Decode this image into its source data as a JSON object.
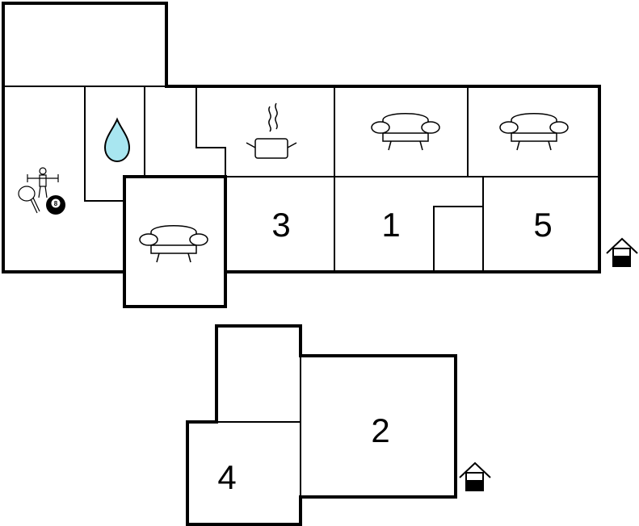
{
  "plan": {
    "main_building": {
      "room_labels": [
        {
          "id": "room-3",
          "text": "3"
        },
        {
          "id": "room-1",
          "text": "1"
        },
        {
          "id": "room-5",
          "text": "5"
        }
      ],
      "icons": [
        "water-drop-icon",
        "cooking-pot-icon",
        "sofa-icon",
        "table-football-icon",
        "table-tennis-icon",
        "billiard-ball-icon",
        "entrance-icon"
      ],
      "billiard_ball_label": "8"
    },
    "annex_building": {
      "room_labels": [
        {
          "id": "room-2",
          "text": "2"
        },
        {
          "id": "room-4",
          "text": "4"
        }
      ],
      "icons": [
        "entrance-icon"
      ]
    },
    "colors": {
      "wall": "#000000",
      "water": "#a8e6f0",
      "background": "#ffffff"
    }
  }
}
